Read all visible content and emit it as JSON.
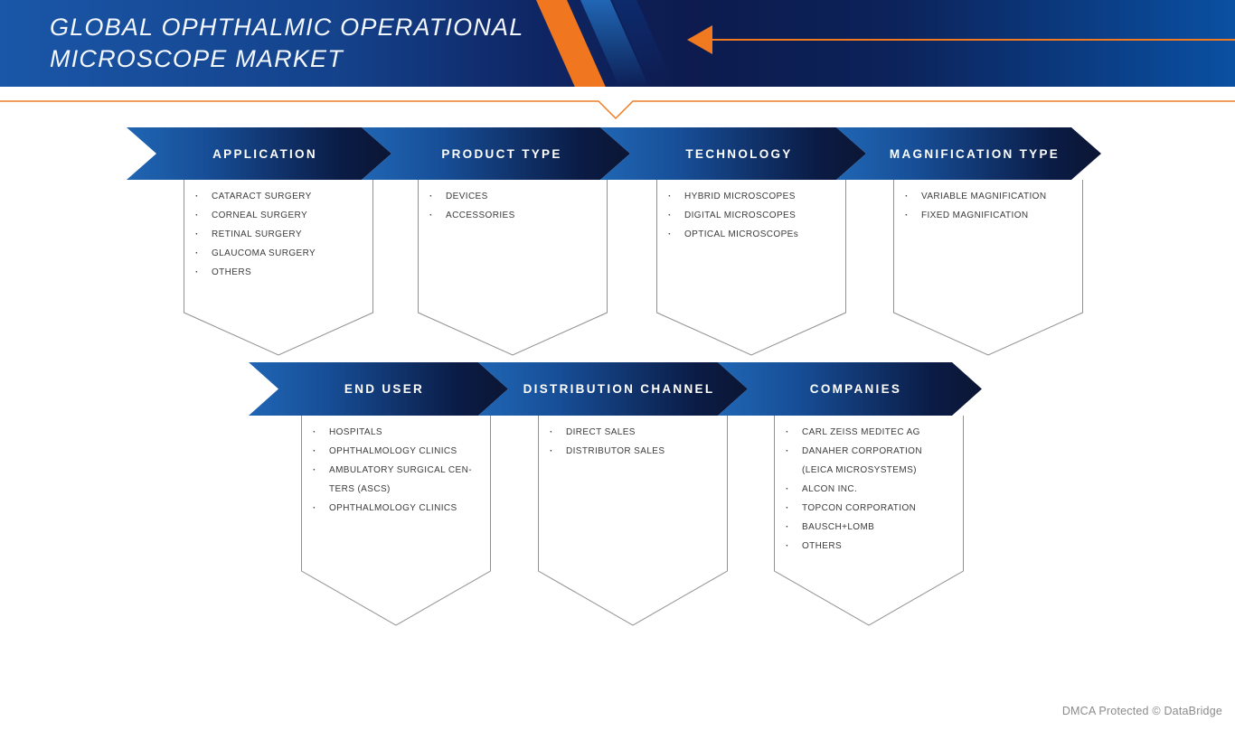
{
  "header": {
    "title": "GLOBAL OPHTHALMIC OPERATIONAL\nMICROSCOPE MARKET"
  },
  "footer": {
    "watermark": "DMCA Protected © DataBridge"
  },
  "colors": {
    "banner_blue": "#2066b4",
    "banner_navy": "#0a1b44",
    "header_left_blue": "#1a57a8",
    "header_right_blue": "#0a50a2",
    "accent_orange": "#f0771f",
    "divider_orange": "#ee7d26",
    "outline_gray": "#909090",
    "item_text": "#3b3b3b",
    "watermark_gray": "#8b8b8b"
  },
  "icons": {
    "header_arrow": "left-arrow",
    "divider_notch": "chevron-down"
  },
  "rows": [
    {
      "segments": [
        {
          "label": "APPLICATION",
          "items": [
            [
              "CATARACT SURGERY"
            ],
            [
              "CORNEAL SURGERY"
            ],
            [
              "RETINAL SURGERY"
            ],
            [
              "GLAUCOMA SURGERY"
            ],
            [
              "OTHERS"
            ]
          ]
        },
        {
          "label": "PRODUCT TYPE",
          "items": [
            [
              "DEVICES"
            ],
            [
              "ACCESSORIES"
            ]
          ]
        },
        {
          "label": "TECHNOLOGY",
          "items": [
            [
              "HYBRID MICROSCOPES"
            ],
            [
              "DIGITAL MICROSCOPES"
            ],
            [
              "OPTICAL MICROSCOPEs"
            ]
          ]
        },
        {
          "label": "MAGNIFICATION TYPE",
          "items": [
            [
              "VARIABLE MAGNIFICATION"
            ],
            [
              "FIXED MAGNIFICATION"
            ]
          ]
        }
      ]
    },
    {
      "segments": [
        {
          "label": "END USER",
          "items": [
            [
              "HOSPITALS"
            ],
            [
              "OPHTHALMOLOGY CLINICS"
            ],
            [
              "AMBULATORY SURGICAL CEN-",
              "TERS (ASCS)"
            ],
            [
              "OPHTHALMOLOGY CLINICS"
            ]
          ]
        },
        {
          "label": "DISTRIBUTION CHANNEL",
          "items": [
            [
              "DIRECT SALES"
            ],
            [
              "DISTRIBUTOR SALES"
            ]
          ]
        },
        {
          "label": "COMPANIES",
          "items": [
            [
              "CARL ZEISS MEDITEC AG"
            ],
            [
              "DANAHER CORPORATION",
              "(LEICA MICROSYSTEMS)"
            ],
            [
              "ALCON INC."
            ],
            [
              "TOPCON CORPORATION"
            ],
            [
              "BAUSCH+LOMB"
            ],
            [
              "OTHERS"
            ]
          ]
        }
      ]
    }
  ]
}
